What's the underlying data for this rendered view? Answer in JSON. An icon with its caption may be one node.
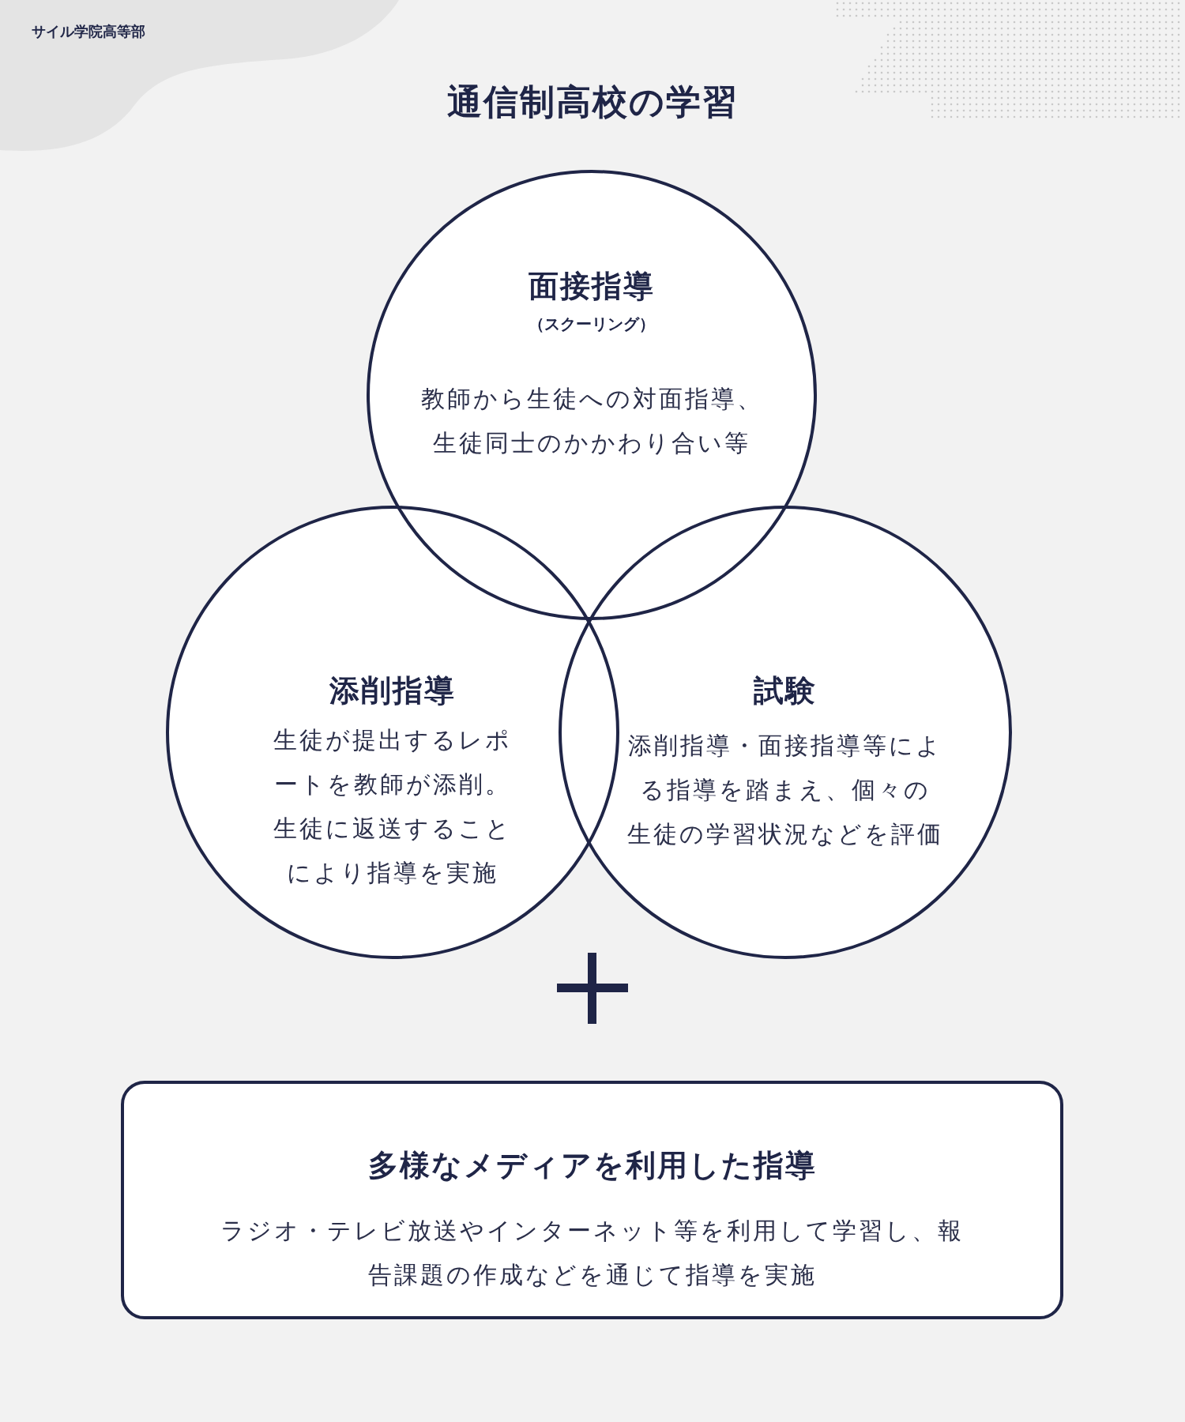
{
  "diagram": {
    "title": "通信制高校の学習",
    "nodes": [
      {
        "text": [
          "面接指導",
          "（スクーリング）",
          "教師から生徒への対面指導、生徒同士のかかわり合い等"
        ]
      },
      {
        "text": [
          "添削指導",
          "生徒が提出するレポートを教師が添削。生徒に返送することにより指導を実施"
        ]
      },
      {
        "text": [
          "試験",
          "添削指導・面接指導等による指導を踏まえ、個々の生徒の学習状況などを評価"
        ]
      },
      {
        "text": [
          "多様なメディアを利用した指導",
          "ラジオ・テレビ放送やインターネット等を利用して学習し、報告課題の作成などを通じて指導を実施"
        ]
      }
    ],
    "labels": [
      "サイル学院高等部"
    ]
  }
}
